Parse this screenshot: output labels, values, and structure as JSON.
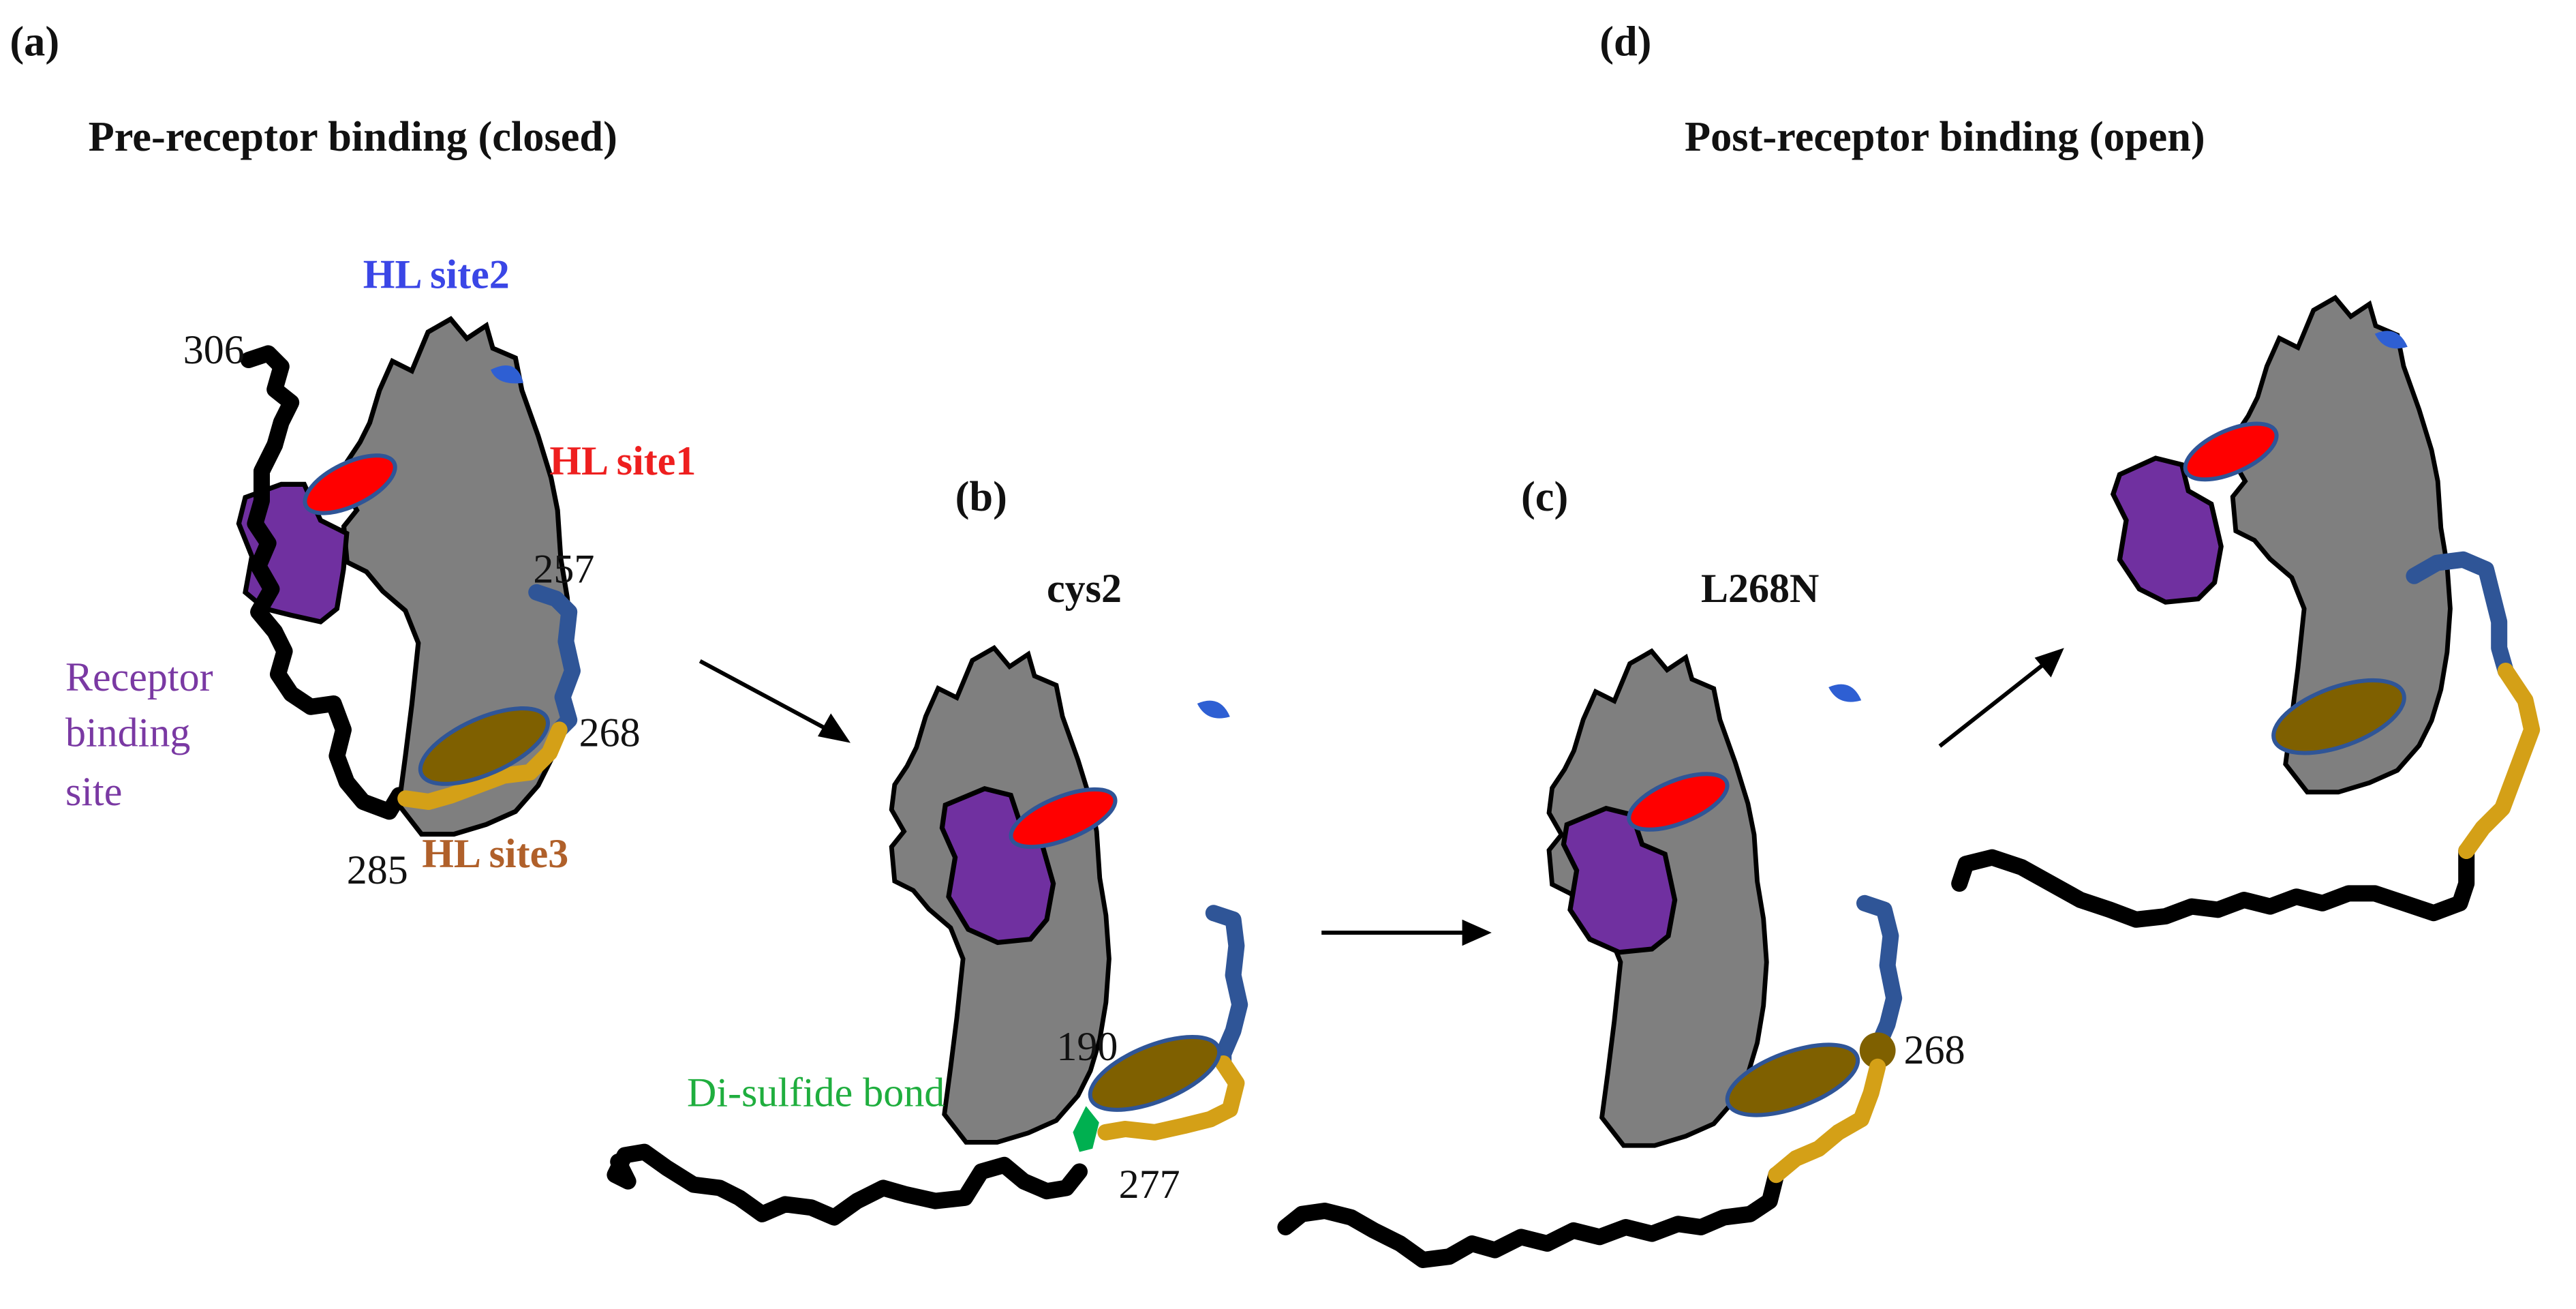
{
  "panel_labels": {
    "a": "(a)",
    "b": "(b)",
    "c": "(c)",
    "d": "(d)"
  },
  "headings": {
    "pre": "Pre-receptor binding (closed)",
    "post": "Post-receptor binding (open)"
  },
  "variant_labels": {
    "b": "cys2",
    "c": "L268N"
  },
  "sites": {
    "hl_site1": "HL site1",
    "hl_site2": "HL site2",
    "hl_site3": "HL site3",
    "receptor_line1": "Receptor",
    "receptor_line2": "binding",
    "receptor_line3": "site",
    "disulfide": "Di-sulfide bond"
  },
  "residues": {
    "a_306": "306",
    "a_257": "257",
    "a_268": "268",
    "a_285": "285",
    "b_190": "190",
    "b_277": "277",
    "c_268": "268"
  },
  "colors": {
    "domain_gray": "#7f7f7f",
    "receptor_purple": "#7030a0",
    "hl_site1_red": "#ff0000",
    "hl_site2_blue": "#2e5fd3",
    "hl_site3_olive": "#7f6000",
    "linker_blue": "#2f5597",
    "linker_gold": "#d4a017",
    "tail_black": "#000000",
    "disulfide_green": "#00b050"
  }
}
